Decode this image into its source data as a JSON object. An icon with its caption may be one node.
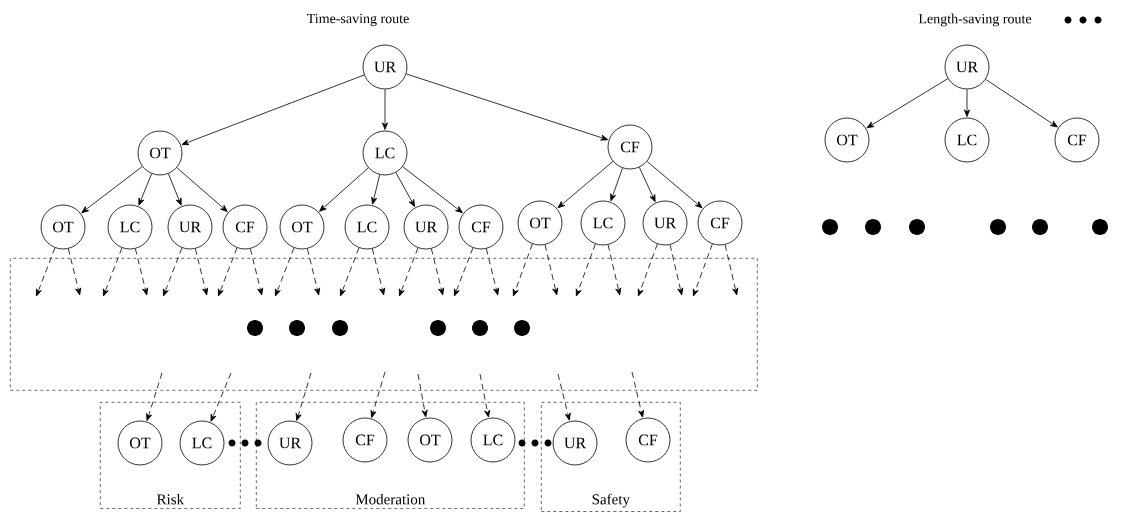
{
  "diagram": {
    "nodes": [
      {
        "text": [
          "UR"
        ]
      },
      {
        "text": [
          "OT"
        ]
      },
      {
        "text": [
          "LC"
        ]
      },
      {
        "text": [
          "CF"
        ]
      },
      {
        "text": [
          "OT"
        ]
      },
      {
        "text": [
          "LC"
        ]
      },
      {
        "text": [
          "UR"
        ]
      },
      {
        "text": [
          "CF"
        ]
      },
      {
        "text": [
          "OT"
        ]
      },
      {
        "text": [
          "LC"
        ]
      },
      {
        "text": [
          "UR"
        ]
      },
      {
        "text": [
          "CF"
        ]
      },
      {
        "text": [
          "OT"
        ]
      },
      {
        "text": [
          "LC"
        ]
      },
      {
        "text": [
          "UR"
        ]
      },
      {
        "text": [
          "CF"
        ]
      },
      {
        "text": [],
        "shape": "box"
      },
      {
        "text": [
          "Risk"
        ]
      },
      {
        "text": [
          "OT"
        ],
        "in": 17
      },
      {
        "text": [
          "LC"
        ],
        "in": 17
      },
      {
        "text": [
          "Moderation"
        ]
      },
      {
        "text": [
          "UR"
        ],
        "in": 20
      },
      {
        "text": [
          "CF"
        ],
        "in": 20
      },
      {
        "text": [
          "OT"
        ],
        "in": 20
      },
      {
        "text": [
          "LC"
        ],
        "in": 20
      },
      {
        "text": [
          "Safety"
        ]
      },
      {
        "text": [
          "UR"
        ],
        "in": 25
      },
      {
        "text": [
          "CF"
        ],
        "in": 25
      },
      {
        "text": [
          "UR"
        ]
      },
      {
        "text": [
          "OT"
        ]
      },
      {
        "text": [
          "LC"
        ]
      },
      {
        "text": [
          "CF"
        ]
      }
    ],
    "edges": [
      {
        "from": 0,
        "to": 1,
        "arrow": "to"
      },
      {
        "from": 0,
        "to": 2,
        "arrow": "to"
      },
      {
        "from": 0,
        "to": 3,
        "arrow": "to"
      },
      {
        "from": 1,
        "to": 4,
        "arrow": "to"
      },
      {
        "from": 1,
        "to": 5,
        "arrow": "to"
      },
      {
        "from": 1,
        "to": 6,
        "arrow": "to"
      },
      {
        "from": 1,
        "to": 7,
        "arrow": "to"
      },
      {
        "from": 2,
        "to": 8,
        "arrow": "to"
      },
      {
        "from": 2,
        "to": 9,
        "arrow": "to"
      },
      {
        "from": 2,
        "to": 10,
        "arrow": "to"
      },
      {
        "from": 2,
        "to": 11,
        "arrow": "to"
      },
      {
        "from": 3,
        "to": 12,
        "arrow": "to"
      },
      {
        "from": 3,
        "to": 13,
        "arrow": "to"
      },
      {
        "from": 3,
        "to": 14,
        "arrow": "to"
      },
      {
        "from": 3,
        "to": 15,
        "arrow": "to"
      },
      {
        "from": 4,
        "to": 16,
        "arrow": "to",
        "style": "dashed"
      },
      {
        "from": 4,
        "to": 16,
        "arrow": "to",
        "style": "dashed"
      },
      {
        "from": 5,
        "to": 16,
        "arrow": "to",
        "style": "dashed"
      },
      {
        "from": 5,
        "to": 16,
        "arrow": "to",
        "style": "dashed"
      },
      {
        "from": 6,
        "to": 16,
        "arrow": "to",
        "style": "dashed"
      },
      {
        "from": 6,
        "to": 16,
        "arrow": "to",
        "style": "dashed"
      },
      {
        "from": 7,
        "to": 16,
        "arrow": "to",
        "style": "dashed"
      },
      {
        "from": 7,
        "to": 16,
        "arrow": "to",
        "style": "dashed"
      },
      {
        "from": 8,
        "to": 16,
        "arrow": "to",
        "style": "dashed"
      },
      {
        "from": 8,
        "to": 16,
        "arrow": "to",
        "style": "dashed"
      },
      {
        "from": 9,
        "to": 16,
        "arrow": "to",
        "style": "dashed"
      },
      {
        "from": 9,
        "to": 16,
        "arrow": "to",
        "style": "dashed"
      },
      {
        "from": 10,
        "to": 16,
        "arrow": "to",
        "style": "dashed"
      },
      {
        "from": 10,
        "to": 16,
        "arrow": "to",
        "style": "dashed"
      },
      {
        "from": 11,
        "to": 16,
        "arrow": "to",
        "style": "dashed"
      },
      {
        "from": 11,
        "to": 16,
        "arrow": "to",
        "style": "dashed"
      },
      {
        "from": 12,
        "to": 16,
        "arrow": "to",
        "style": "dashed"
      },
      {
        "from": 12,
        "to": 16,
        "arrow": "to",
        "style": "dashed"
      },
      {
        "from": 13,
        "to": 16,
        "arrow": "to",
        "style": "dashed"
      },
      {
        "from": 13,
        "to": 16,
        "arrow": "to",
        "style": "dashed"
      },
      {
        "from": 14,
        "to": 16,
        "arrow": "to",
        "style": "dashed"
      },
      {
        "from": 14,
        "to": 16,
        "arrow": "to",
        "style": "dashed"
      },
      {
        "from": 15,
        "to": 16,
        "arrow": "to",
        "style": "dashed"
      },
      {
        "from": 15,
        "to": 16,
        "arrow": "to",
        "style": "dashed"
      },
      {
        "from": 16,
        "to": 18,
        "arrow": "to",
        "style": "dashed"
      },
      {
        "from": 16,
        "to": 19,
        "arrow": "to",
        "style": "dashed"
      },
      {
        "from": 16,
        "to": 21,
        "arrow": "to",
        "style": "dashed"
      },
      {
        "from": 16,
        "to": 22,
        "arrow": "to",
        "style": "dashed"
      },
      {
        "from": 16,
        "to": 23,
        "arrow": "to",
        "style": "dashed"
      },
      {
        "from": 16,
        "to": 24,
        "arrow": "to",
        "style": "dashed"
      },
      {
        "from": 16,
        "to": 26,
        "arrow": "to",
        "style": "dashed"
      },
      {
        "from": 16,
        "to": 27,
        "arrow": "to",
        "style": "dashed"
      },
      {
        "from": 28,
        "to": 29,
        "arrow": "to"
      },
      {
        "from": 28,
        "to": 30,
        "arrow": "to"
      },
      {
        "from": 28,
        "to": 31,
        "arrow": "to"
      }
    ],
    "labels": [
      "Time-saving route",
      "Length-saving route"
    ]
  }
}
